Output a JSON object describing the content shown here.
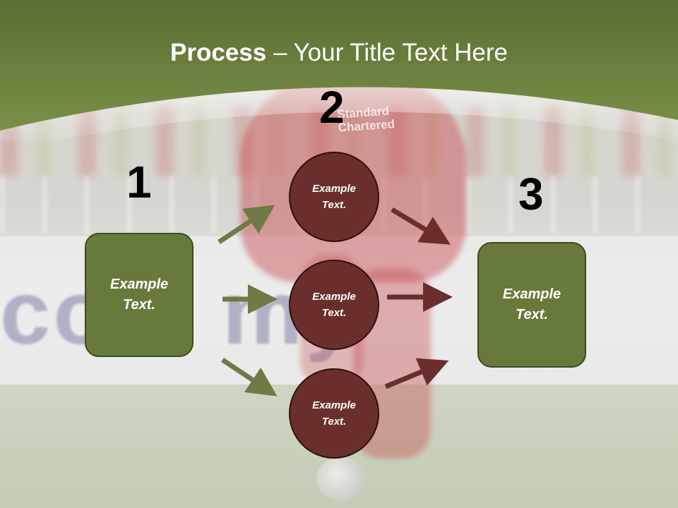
{
  "slide": {
    "title_bold": "Process",
    "title_rest": " – Your Title Text Here",
    "background": {
      "board_text": "com my",
      "sponsor_text": "Standard\nChartered"
    },
    "colors": {
      "header_green": "#6f8340",
      "box_green": "#687a3b",
      "circle_maroon": "#6a2f2c",
      "arrow_green": "#6f7a44",
      "arrow_maroon": "#6a2f2c"
    },
    "steps": [
      {
        "number": "1",
        "boxes": [
          {
            "text": "Example\nText."
          }
        ]
      },
      {
        "number": "2",
        "circles": [
          {
            "text": "Example\nText."
          },
          {
            "text": "Example\nText."
          },
          {
            "text": "Example\nText."
          }
        ]
      },
      {
        "number": "3",
        "boxes": [
          {
            "text": "Example\nText."
          }
        ]
      }
    ]
  }
}
